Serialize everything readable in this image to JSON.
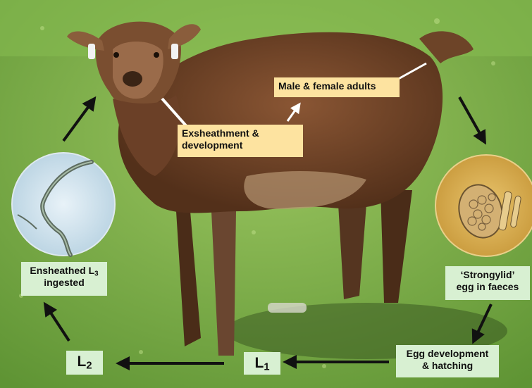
{
  "labels": {
    "adults": "Male & female adults",
    "exsheath_line1": "Exsheathment &",
    "exsheath_line2": "development",
    "ensheathed_line1_pre": "Ensheathed L",
    "ensheathed_line1_sub": "3",
    "ensheathed_line2": "ingested",
    "egg_line1": "‘Strongylid’",
    "egg_line2": "egg in faeces",
    "eggdev_line1": "Egg development",
    "eggdev_line2": "& hatching",
    "l1_letter": "L",
    "l1_sub": "1",
    "l2_letter": "L",
    "l2_sub": "2"
  },
  "colors": {
    "yellow_box": "#fde3a0",
    "green_box": "#d8f0d2",
    "grass": "#7fb24a",
    "sheep_wool": "#6e4326",
    "arrow": "#111111"
  }
}
